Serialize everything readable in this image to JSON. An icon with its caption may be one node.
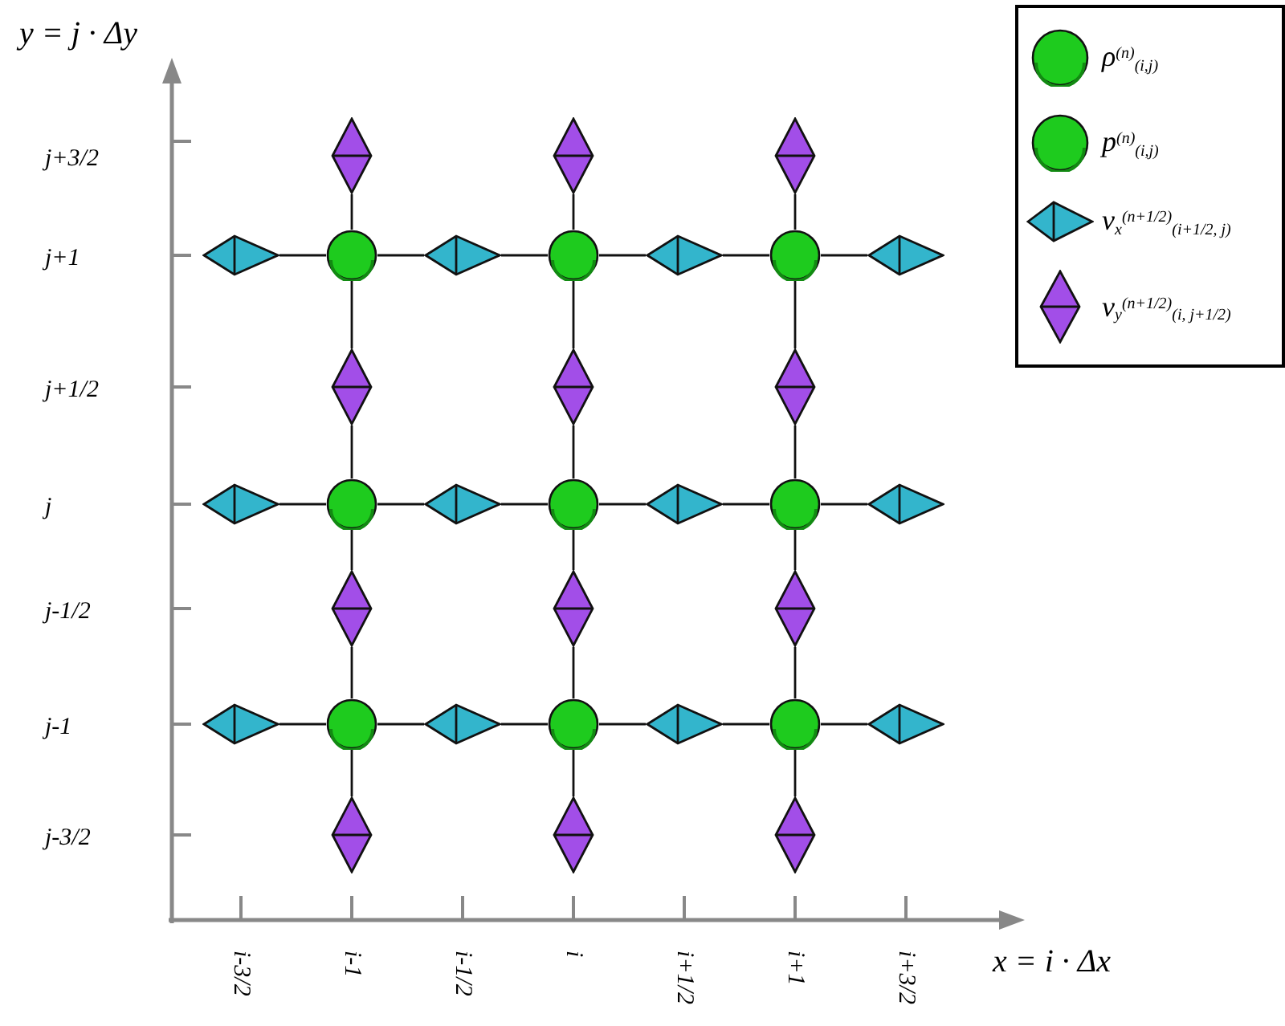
{
  "diagram": {
    "nodes": [
      {
        "text": [],
        "shape": "diamond"
      },
      {
        "text": [],
        "shape": "diamond"
      },
      {
        "text": [],
        "shape": "diamond"
      },
      {
        "text": [],
        "shape": "diamond"
      },
      {
        "text": [],
        "shape": "circle"
      },
      {
        "text": [],
        "shape": "diamond"
      },
      {
        "text": [],
        "shape": "circle"
      },
      {
        "text": [],
        "shape": "diamond"
      },
      {
        "text": [],
        "shape": "circle"
      },
      {
        "text": [],
        "shape": "diamond"
      },
      {
        "text": [],
        "shape": "diamond"
      },
      {
        "text": [],
        "shape": "diamond"
      },
      {
        "text": [],
        "shape": "diamond"
      },
      {
        "text": [],
        "shape": "diamond"
      },
      {
        "text": [],
        "shape": "circle"
      },
      {
        "text": [],
        "shape": "diamond"
      },
      {
        "text": [],
        "shape": "circle"
      },
      {
        "text": [],
        "shape": "diamond"
      },
      {
        "text": [],
        "shape": "circle"
      },
      {
        "text": [],
        "shape": "diamond"
      },
      {
        "text": [],
        "shape": "diamond"
      },
      {
        "text": [],
        "shape": "diamond"
      },
      {
        "text": [],
        "shape": "diamond"
      },
      {
        "text": [],
        "shape": "diamond"
      },
      {
        "text": [],
        "shape": "circle"
      },
      {
        "text": [],
        "shape": "diamond"
      },
      {
        "text": [],
        "shape": "circle"
      },
      {
        "text": [],
        "shape": "diamond"
      },
      {
        "text": [],
        "shape": "circle"
      },
      {
        "text": [],
        "shape": "diamond"
      },
      {
        "text": [],
        "shape": "diamond"
      },
      {
        "text": [],
        "shape": "diamond"
      },
      {
        "text": [],
        "shape": "diamond"
      }
    ],
    "edges": [
      {
        "from": 3,
        "to": 4,
        "arrow": "none"
      },
      {
        "from": 4,
        "to": 5,
        "arrow": "none"
      },
      {
        "from": 5,
        "to": 6,
        "arrow": "none"
      },
      {
        "from": 6,
        "to": 7,
        "arrow": "none"
      },
      {
        "from": 7,
        "to": 8,
        "arrow": "none"
      },
      {
        "from": 8,
        "to": 9,
        "arrow": "none"
      },
      {
        "from": 13,
        "to": 14,
        "arrow": "none"
      },
      {
        "from": 14,
        "to": 15,
        "arrow": "none"
      },
      {
        "from": 15,
        "to": 16,
        "arrow": "none"
      },
      {
        "from": 16,
        "to": 17,
        "arrow": "none"
      },
      {
        "from": 17,
        "to": 18,
        "arrow": "none"
      },
      {
        "from": 18,
        "to": 19,
        "arrow": "none"
      },
      {
        "from": 23,
        "to": 24,
        "arrow": "none"
      },
      {
        "from": 24,
        "to": 25,
        "arrow": "none"
      },
      {
        "from": 25,
        "to": 26,
        "arrow": "none"
      },
      {
        "from": 26,
        "to": 27,
        "arrow": "none"
      },
      {
        "from": 27,
        "to": 28,
        "arrow": "none"
      },
      {
        "from": 28,
        "to": 29,
        "arrow": "none"
      },
      {
        "from": 0,
        "to": 4,
        "arrow": "none"
      },
      {
        "from": 4,
        "to": 10,
        "arrow": "none"
      },
      {
        "from": 10,
        "to": 14,
        "arrow": "none"
      },
      {
        "from": 14,
        "to": 20,
        "arrow": "none"
      },
      {
        "from": 20,
        "to": 24,
        "arrow": "none"
      },
      {
        "from": 24,
        "to": 30,
        "arrow": "none"
      },
      {
        "from": 1,
        "to": 6,
        "arrow": "none"
      },
      {
        "from": 6,
        "to": 11,
        "arrow": "none"
      },
      {
        "from": 11,
        "to": 16,
        "arrow": "none"
      },
      {
        "from": 16,
        "to": 21,
        "arrow": "none"
      },
      {
        "from": 21,
        "to": 26,
        "arrow": "none"
      },
      {
        "from": 26,
        "to": 31,
        "arrow": "none"
      },
      {
        "from": 2,
        "to": 8,
        "arrow": "none"
      },
      {
        "from": 8,
        "to": 12,
        "arrow": "none"
      },
      {
        "from": 12,
        "to": 18,
        "arrow": "none"
      },
      {
        "from": 18,
        "to": 22,
        "arrow": "none"
      },
      {
        "from": 22,
        "to": 28,
        "arrow": "none"
      },
      {
        "from": 28,
        "to": 32,
        "arrow": "none"
      }
    ],
    "labels": [
      "y = j · Δy",
      "j+3/2",
      "j+1",
      "j+1/2",
      "j",
      "j-1/2",
      "j-1",
      "j-3/2",
      "i-3/2",
      "i-1",
      "i-1/2",
      "i",
      "i+1/2",
      "i+1",
      "i+3/2",
      "x = i · Δx"
    ],
    "legend": [
      {
        "text": "ρ$^{(n)}$$_{(i,j)}$"
      },
      {
        "text": "p$^{(n)}$$_{(i,j)}$"
      },
      {
        "text": "v$_{x}$$^{(n+1/2)}$$_{(i+1/2, j)}$"
      },
      {
        "text": "v$_{y}$$^{(n+1/2)}$$_{(i, j+1/2)}$"
      }
    ]
  }
}
